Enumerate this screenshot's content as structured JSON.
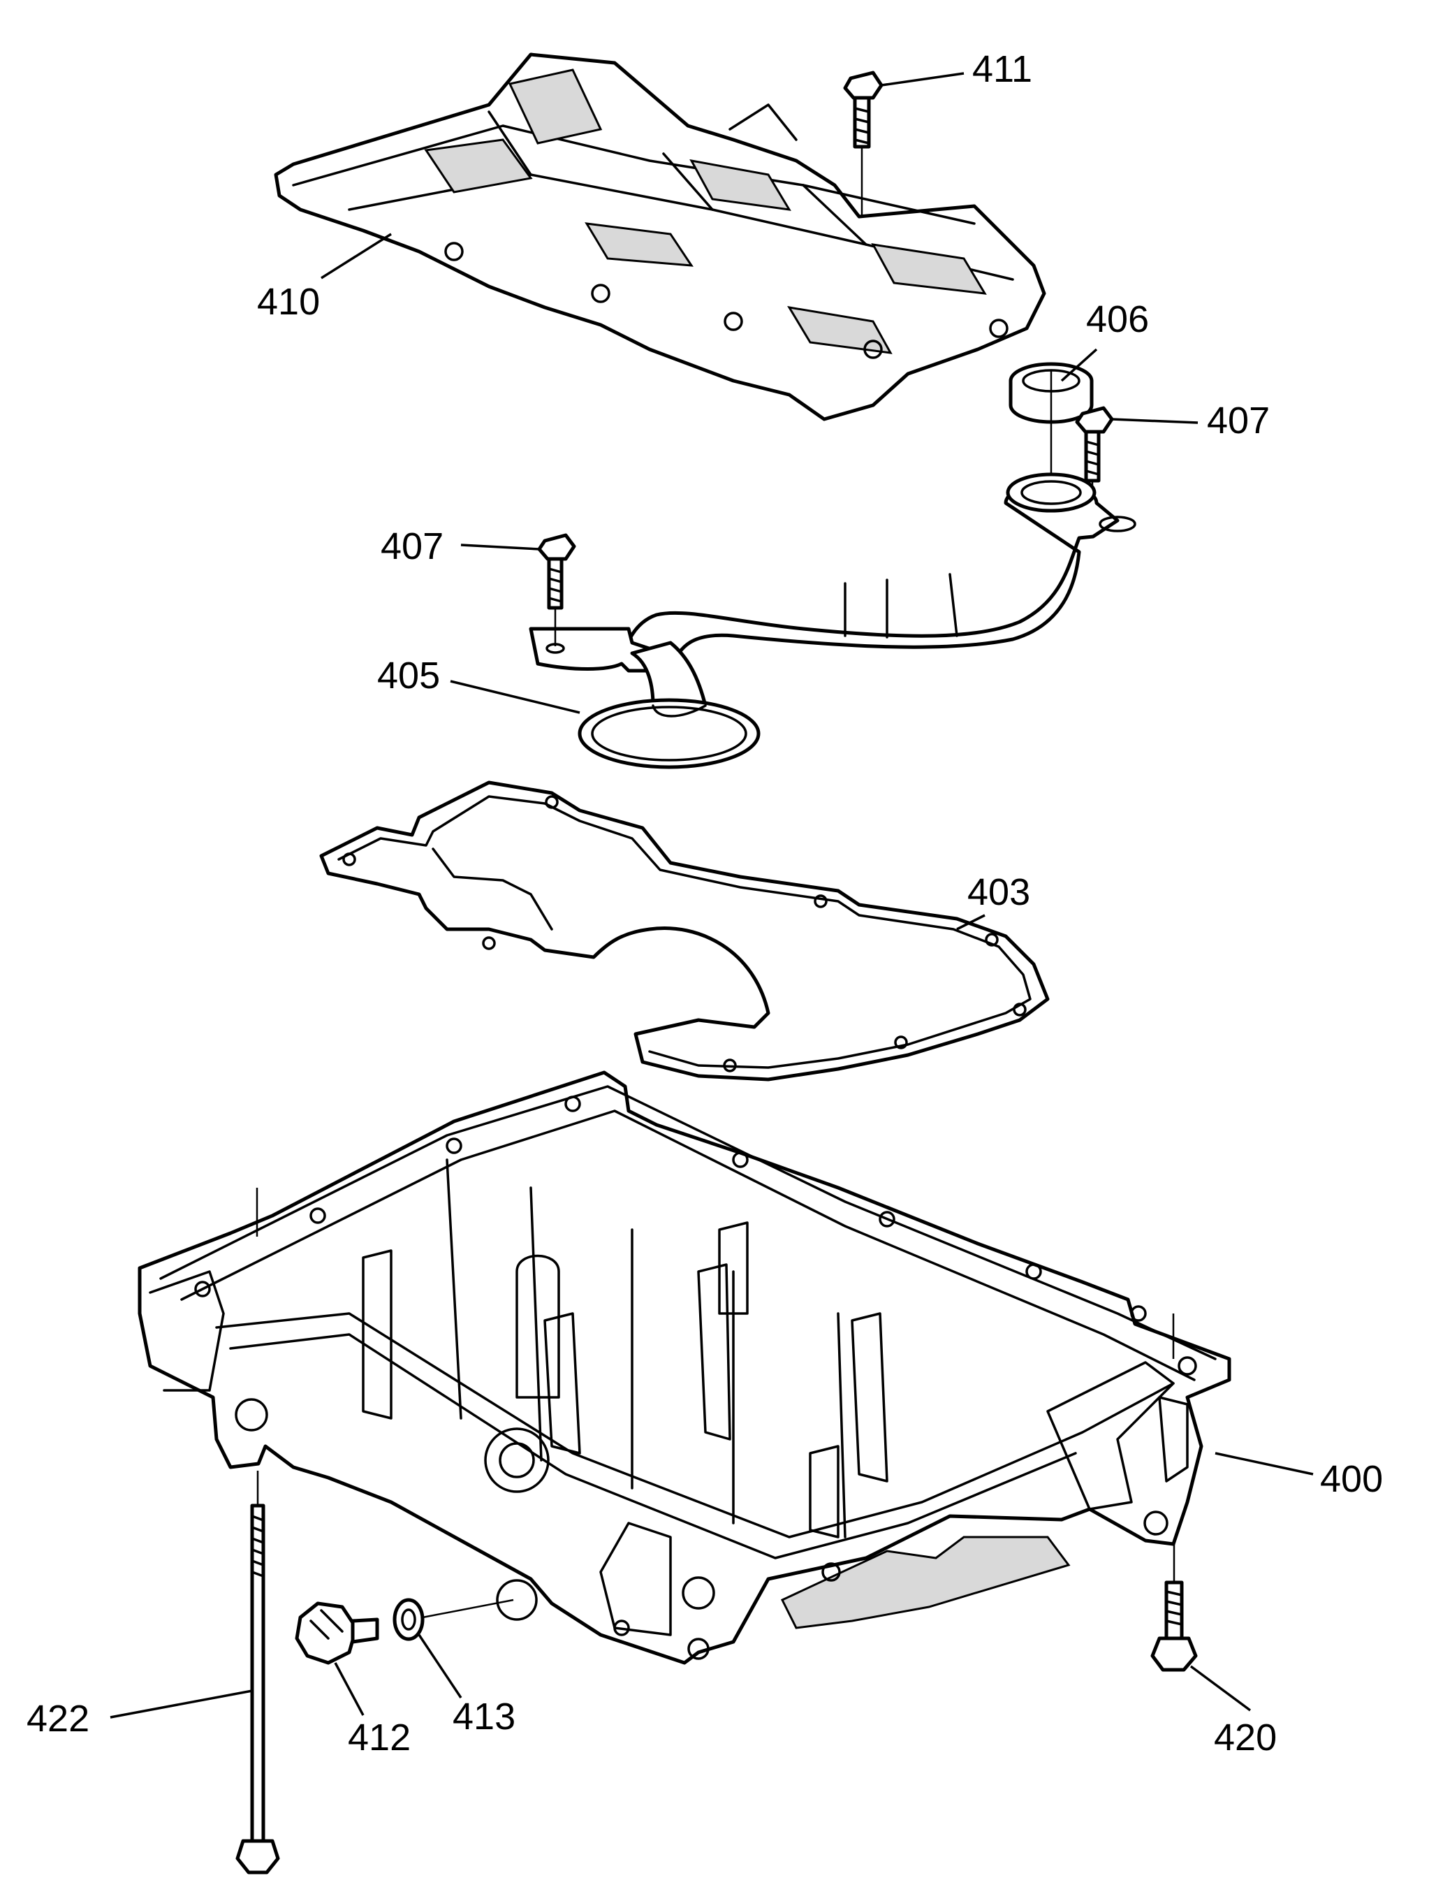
{
  "callouts": {
    "c400": "400",
    "c403": "403",
    "c405": "405",
    "c406": "406",
    "c407a": "407",
    "c407b": "407",
    "c410": "410",
    "c411": "411",
    "c412": "412",
    "c413": "413",
    "c420": "420",
    "c422": "422"
  },
  "colors": {
    "line": "#000000",
    "background": "#ffffff",
    "shade": "#d9d9d9"
  }
}
